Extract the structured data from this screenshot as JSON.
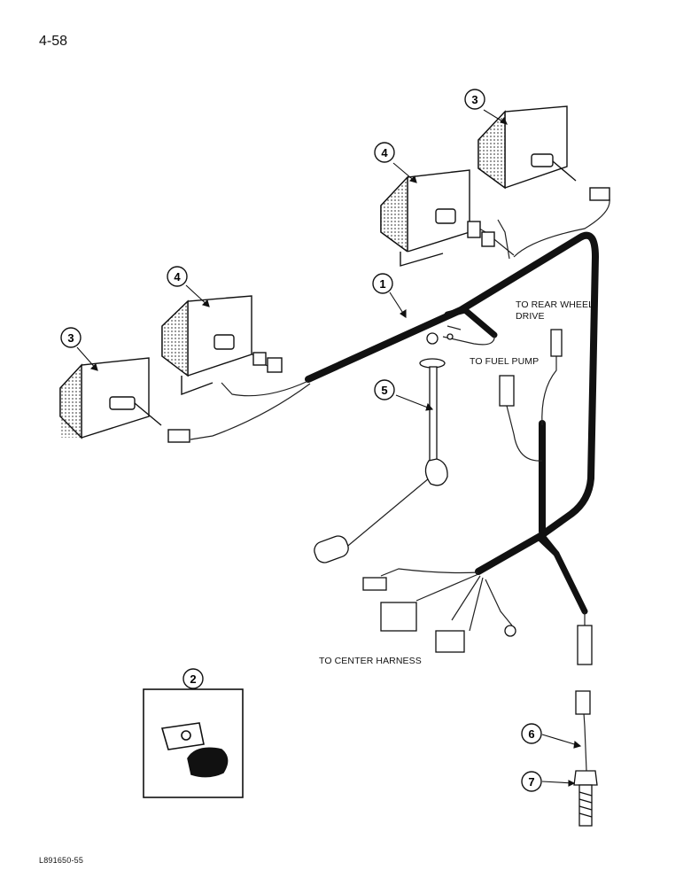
{
  "page_number": "4-58",
  "figure_id": "L891650-55",
  "labels": {
    "to_rear_wheel_drive": "TO REAR WHEEL DRIVE",
    "to_fuel_pump": "TO FUEL PUMP",
    "to_center_harness": "TO CENTER HARNESS"
  },
  "callouts": [
    {
      "id": "c1",
      "num": "1"
    },
    {
      "id": "c2",
      "num": "2"
    },
    {
      "id": "c3a",
      "num": "3"
    },
    {
      "id": "c3b",
      "num": "3"
    },
    {
      "id": "c4a",
      "num": "4"
    },
    {
      "id": "c4b",
      "num": "4"
    },
    {
      "id": "c5",
      "num": "5"
    },
    {
      "id": "c6",
      "num": "6"
    },
    {
      "id": "c7",
      "num": "7"
    }
  ]
}
